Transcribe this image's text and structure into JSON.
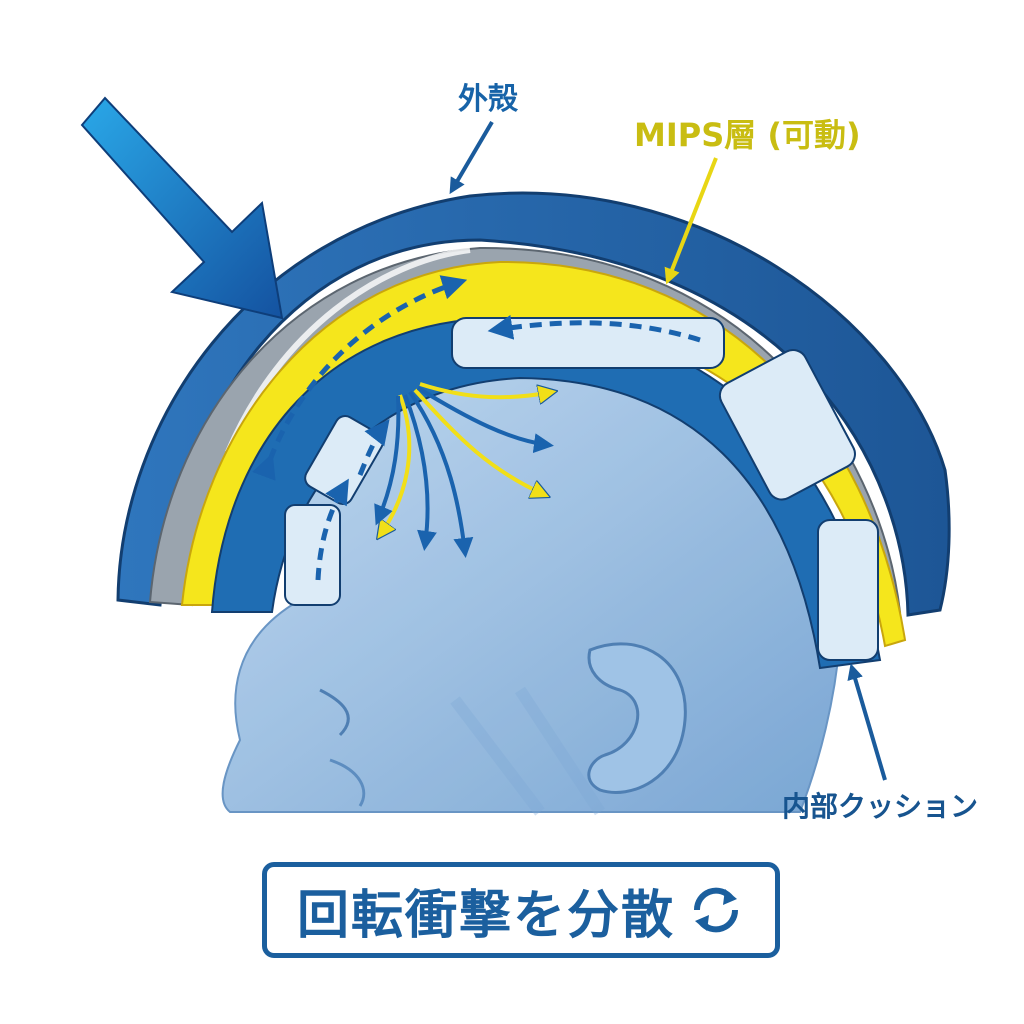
{
  "labels": {
    "outer_shell": "外殻",
    "mips_layer": "MIPS層 (可動)",
    "inner_cushion": "内部クッション"
  },
  "caption": {
    "text": "回転衝撃を分散",
    "icon": "rotation-arrows-icon"
  },
  "icons": {
    "impact_arrow": "impact-arrow-icon",
    "rotation": "rotation-arrows-icon"
  },
  "colors": {
    "outer_shell": "#2a6fb5",
    "shell_gray": "#8f99a4",
    "mips_layer": "#f5e61c",
    "cushion_foam": "#dcebf7",
    "cushion_frame": "#1f6db3",
    "head": "#8fb8e0",
    "caption": "#1b5f9e"
  }
}
